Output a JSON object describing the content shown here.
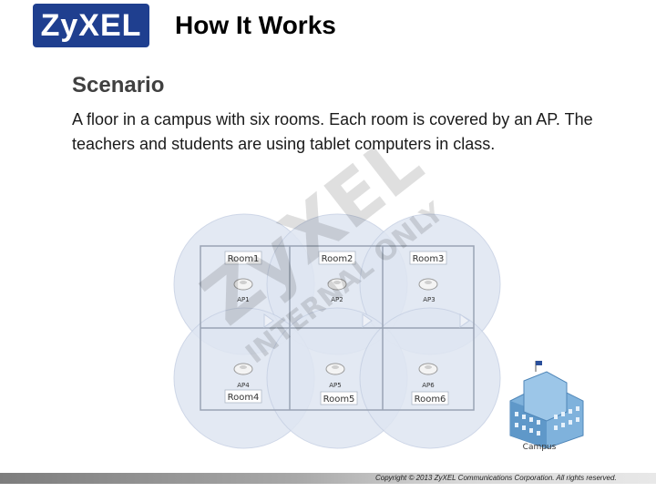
{
  "header": {
    "logo_text": "ZyXEL",
    "title": "How It Works"
  },
  "content": {
    "section_title": "Scenario",
    "body": "A floor in a campus with six rooms. Each room is covered by an AP. The teachers and students are using tablet computers in class."
  },
  "diagram": {
    "rooms": [
      "Room1",
      "Room2",
      "Room3",
      "Room4",
      "Room5",
      "Room6"
    ],
    "aps": [
      "AP1",
      "AP2",
      "AP3",
      "AP4",
      "AP5",
      "AP6"
    ],
    "campus_label": "Campus"
  },
  "watermark": {
    "brand": "ZyXEL",
    "text": "INTERNAL ONLY"
  },
  "footer": {
    "copyright": "Copyright © 2013 ZyXEL Communications Corporation. All rights reserved."
  },
  "colors": {
    "brand_blue": "#1f3f8f",
    "coverage_fill": "#dfe6f2",
    "coverage_stroke": "#c6d0e3",
    "room_line": "#9aa4b4"
  }
}
